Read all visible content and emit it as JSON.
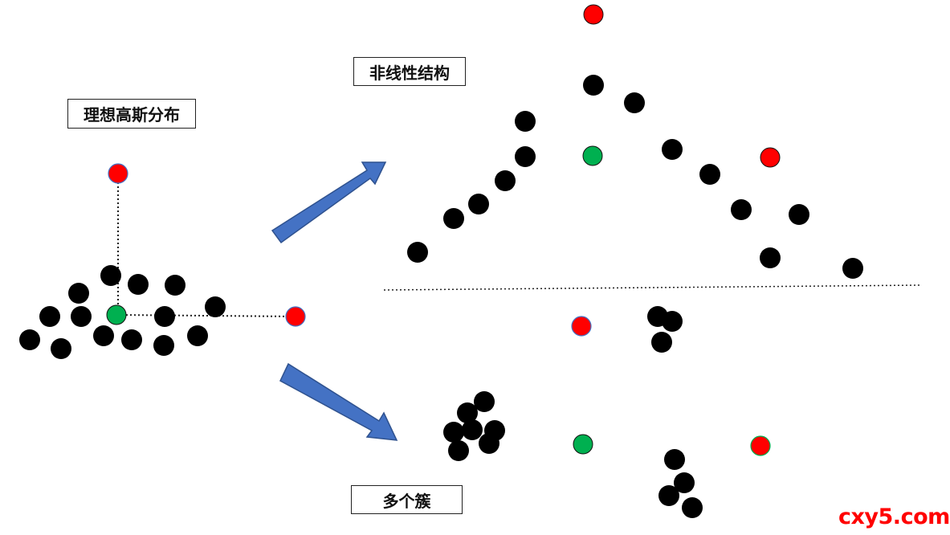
{
  "labels": {
    "ideal": "理想高斯分布",
    "nonlinear": "非线性结构",
    "multi_cluster": "多个簇"
  },
  "watermark": "cxy5.com",
  "colors": {
    "point": "#000000",
    "center": "#00b050",
    "extreme": "#ff0000",
    "arrow_fill": "#4472c4",
    "arrow_stroke": "#2f528f",
    "dotted_line": "#222222",
    "watermark": "#ff0000"
  },
  "icons": {
    "arrows": [
      "arrow-up-right-icon",
      "arrow-down-right-icon"
    ]
  }
}
